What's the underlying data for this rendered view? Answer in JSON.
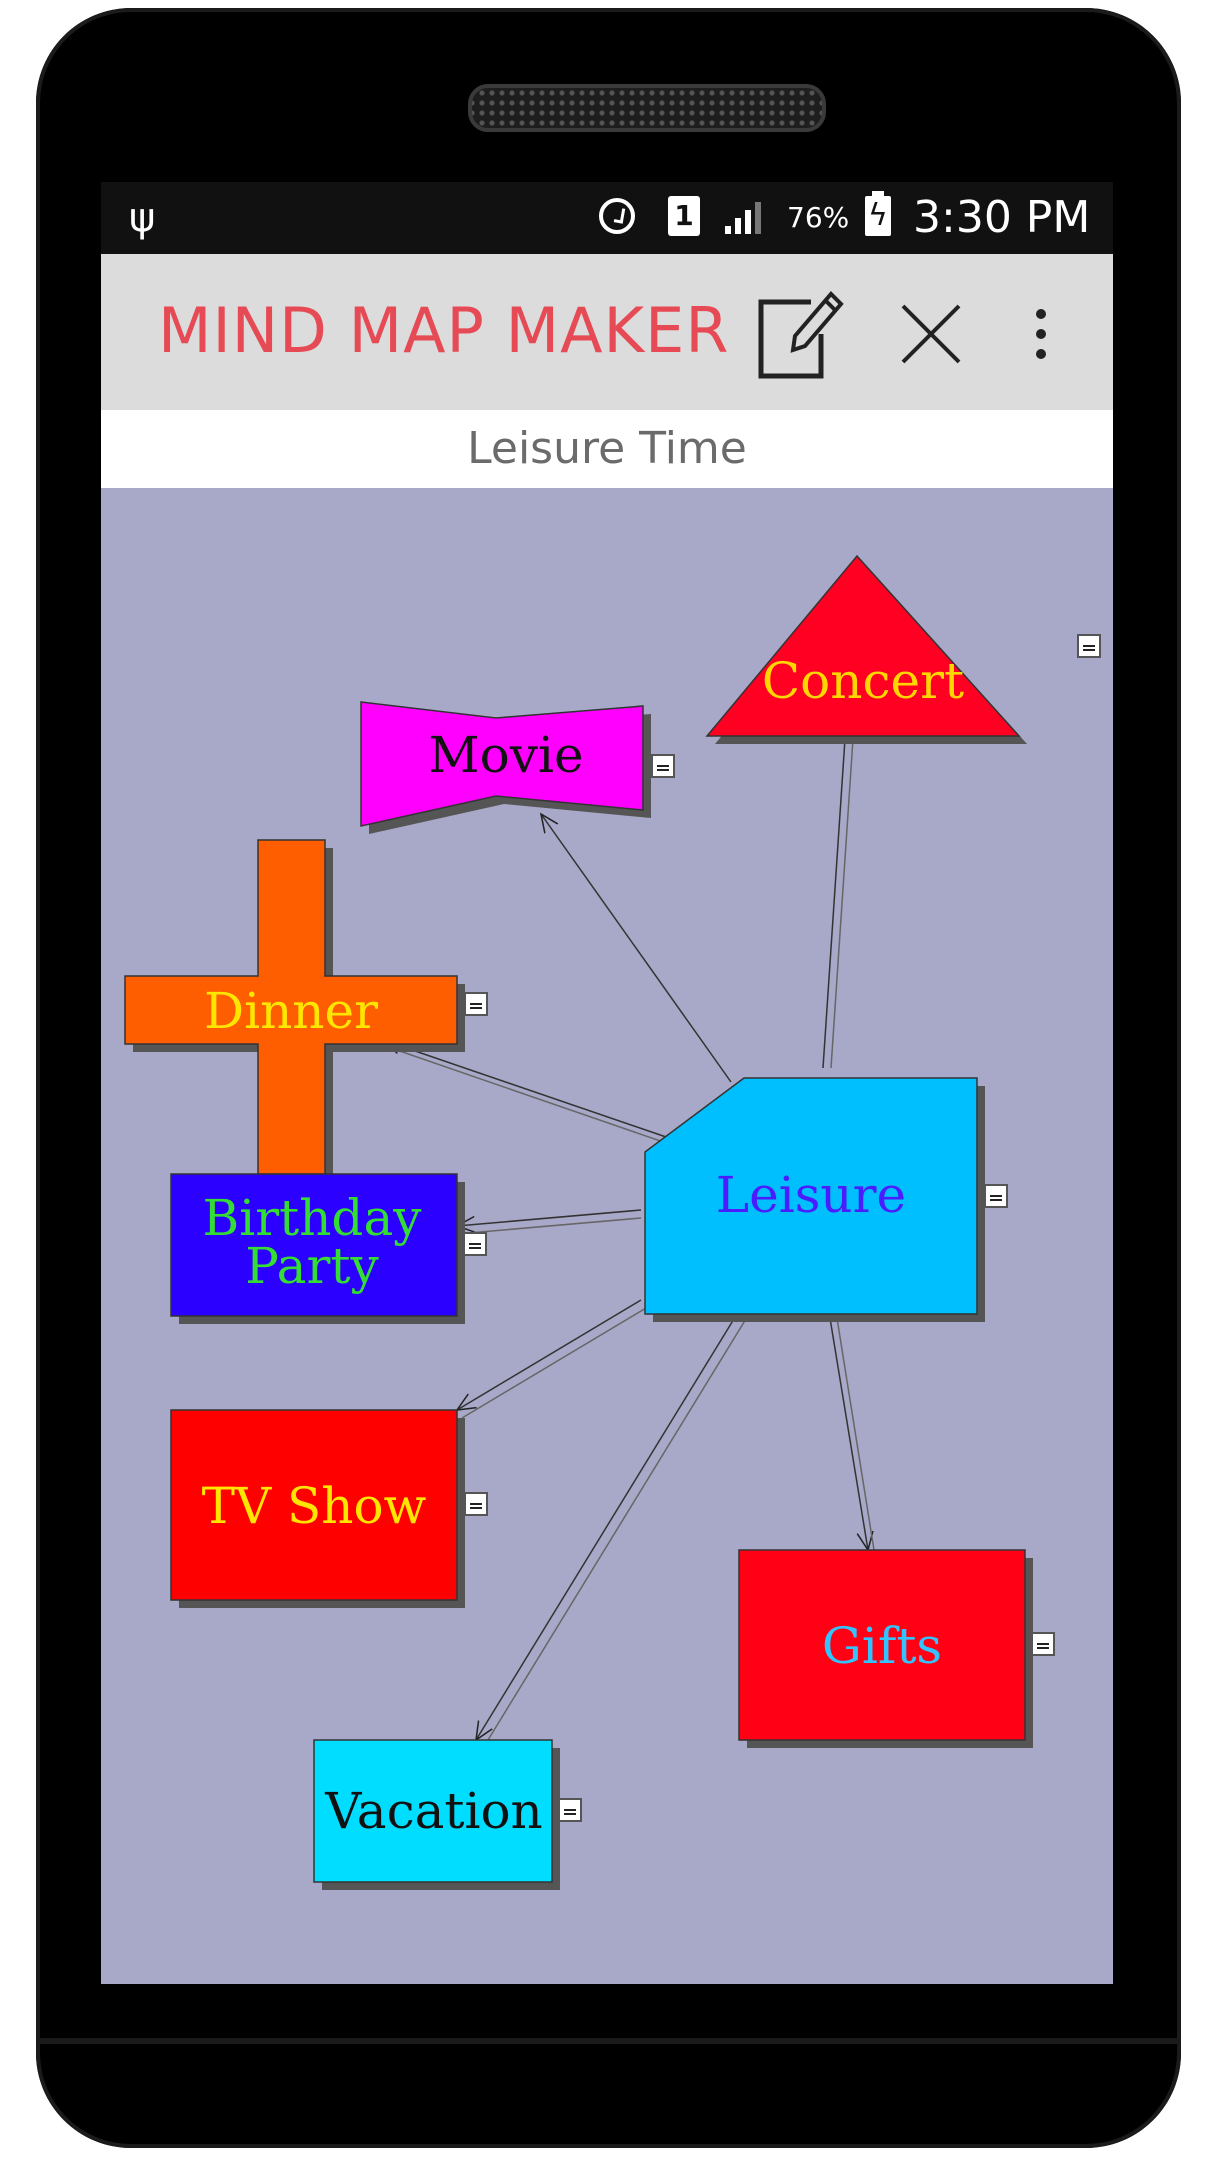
{
  "status_bar": {
    "usb_icon": "usb-icon",
    "alarm_icon": "alarm-icon",
    "sim_label": "1",
    "battery_percent": "76%",
    "time": "3:30 PM"
  },
  "app_bar": {
    "title": "MIND MAP MAKER",
    "actions": [
      "edit-icon",
      "close-icon",
      "overflow-menu-icon"
    ],
    "title_color": "#e64a55"
  },
  "map": {
    "title": "Leisure Time",
    "background": "#a8a8c8",
    "center": {
      "label": "Leisure",
      "shape": "cut-corner-rectangle",
      "fill": "#00bfff",
      "text_color": "#4a1cff"
    },
    "nodes": [
      {
        "label": "Concert",
        "shape": "triangle",
        "fill": "#ff0022",
        "text_color": "#ffd700"
      },
      {
        "label": "Movie",
        "shape": "bowtie",
        "fill": "#ff00ff",
        "text_color": "#111111"
      },
      {
        "label": "Dinner",
        "shape": "cross",
        "fill": "#ff5e00",
        "text_color": "#ffe600"
      },
      {
        "label_line1": "Birthday",
        "label_line2": "Party",
        "shape": "rectangle",
        "fill": "#2b00ff",
        "text_color": "#33dd33"
      },
      {
        "label": "TV Show",
        "shape": "rectangle",
        "fill": "#ff0000",
        "text_color": "#ffe600"
      },
      {
        "label": "Gifts",
        "shape": "rectangle",
        "fill": "#ff0015",
        "text_color": "#33c4ff"
      },
      {
        "label": "Vacation",
        "shape": "rectangle",
        "fill": "#00ddff",
        "text_color": "#111111"
      }
    ]
  }
}
